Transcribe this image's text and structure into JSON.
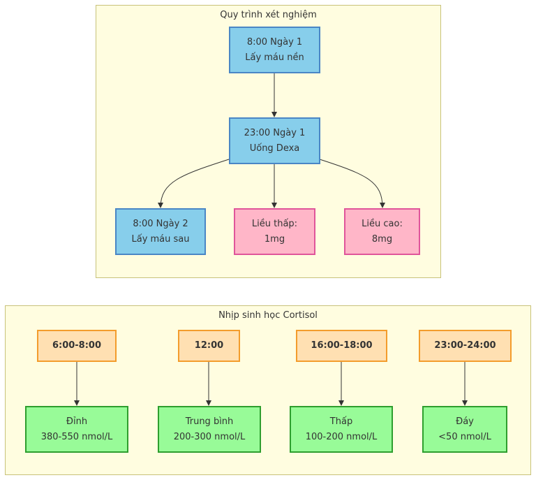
{
  "clusters": {
    "test": {
      "title": "Quy trình xét nghiệm"
    },
    "rhythm": {
      "title": "Nhịp sinh học Cortisol"
    }
  },
  "nodes": {
    "baseline": {
      "line1": "8:00 Ngày 1",
      "line2": "Lấy máu nền"
    },
    "dexa": {
      "line1": "23:00 Ngày 1",
      "line2": "Uống Dexa"
    },
    "after": {
      "line1": "8:00 Ngày 2",
      "line2": "Lấy máu sau"
    },
    "low_dose": {
      "line1": "Liều thấp:",
      "line2": "1mg"
    },
    "high_dose": {
      "line1": "Liều cao:",
      "line2": "8mg"
    },
    "t1": {
      "label": "6:00-8:00"
    },
    "t2": {
      "label": "12:00"
    },
    "t3": {
      "label": "16:00-18:00"
    },
    "t4": {
      "label": "23:00-24:00"
    },
    "v1": {
      "line1": "Đỉnh",
      "line2": "380-550 nmol/L"
    },
    "v2": {
      "line1": "Trung bình",
      "line2": "200-300 nmol/L"
    },
    "v3": {
      "line1": "Thấp",
      "line2": "100-200 nmol/L"
    },
    "v4": {
      "line1": "Đáy",
      "line2": "<50 nmol/L"
    }
  },
  "colors": {
    "cluster_bg": "#fffde0",
    "blue": "#87ceeb",
    "pink": "#ffb6c8",
    "orange": "#ffe0b2",
    "green": "#98fb98"
  }
}
